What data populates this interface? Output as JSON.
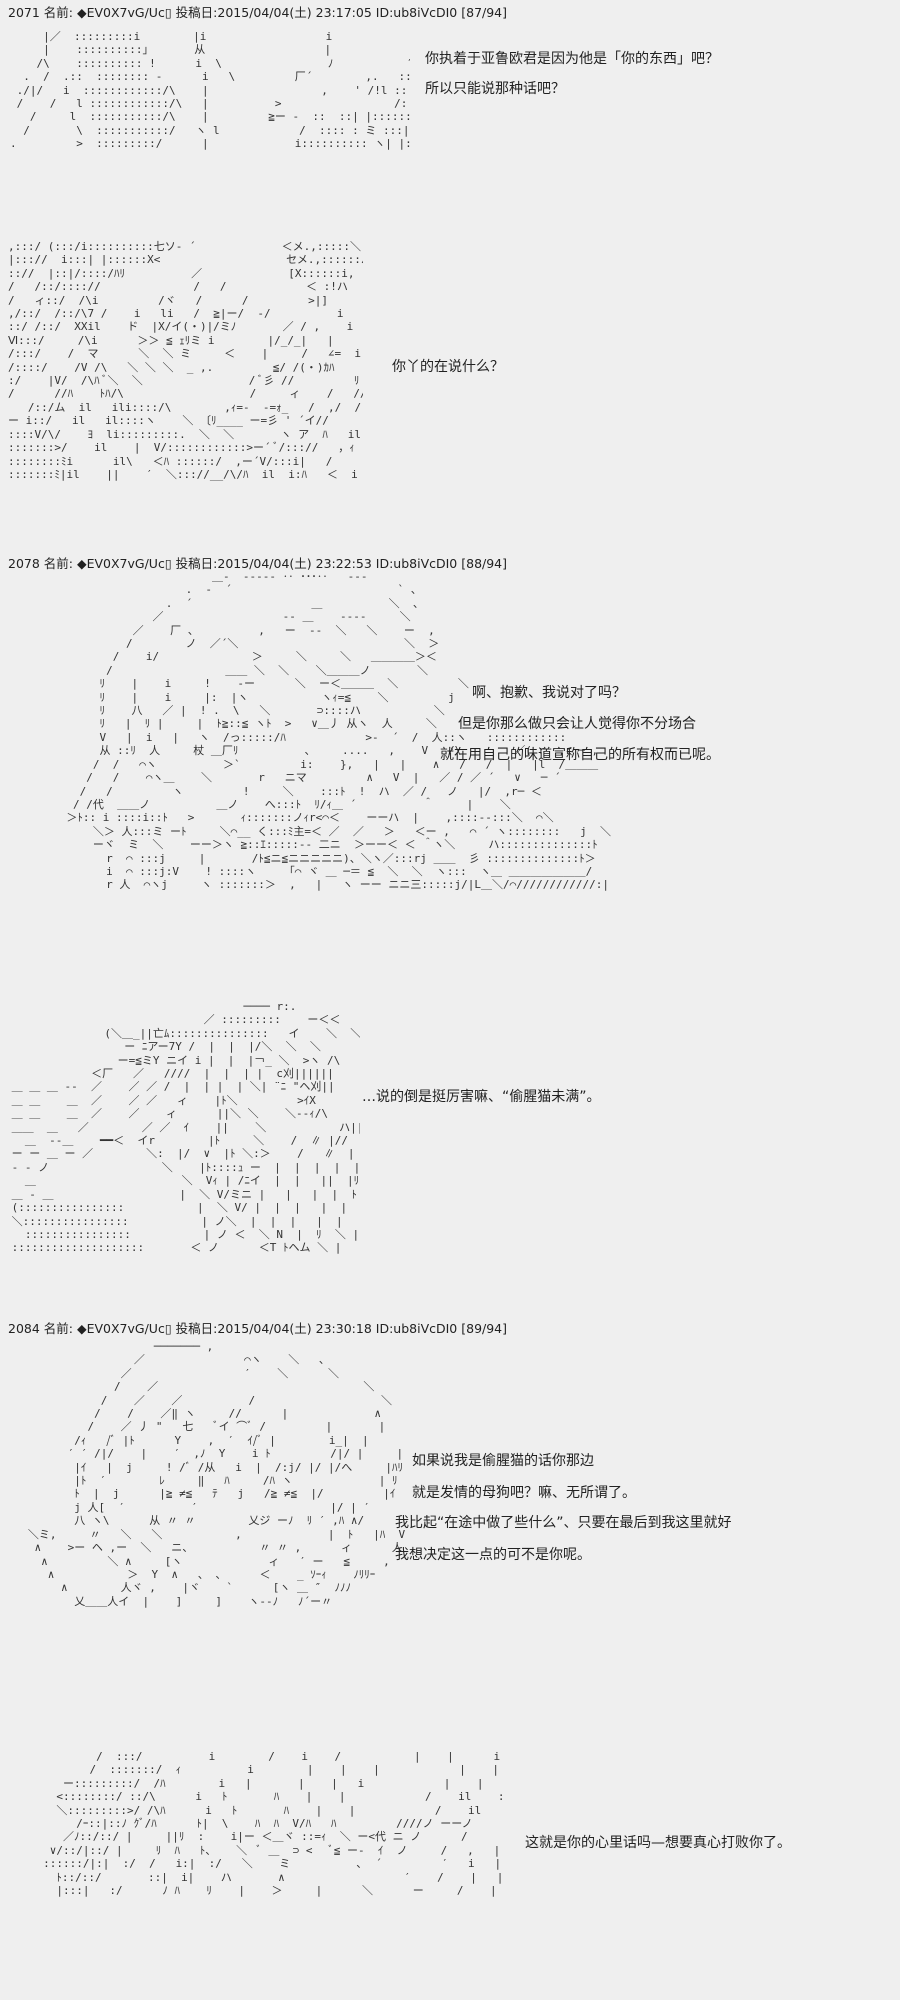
{
  "posts": [
    {
      "header": "2071 名前: ◆EV0X7vG/Uc▯ 投稿日:2015/04/04(土) 23:17:05 ID:ub8iVcDI0 [87/94]"
    },
    {
      "header": "2078 名前: ◆EV0X7vG/Uc▯ 投稿日:2015/04/04(土) 23:22:53 ID:ub8iVcDI0 [88/94]"
    },
    {
      "header": "2084 名前: ◆EV0X7vG/Uc▯ 投稿日:2015/04/04(土) 23:30:18 ID:ub8iVcDI0 [89/94]"
    }
  ],
  "dialogue": {
    "s1": [
      "你执着于亚鲁欧君是因为他是「你的东西」吧？",
      "所以只能说那种话吧？"
    ],
    "s2": [
      "你丫的在说什么？"
    ],
    "s3": [
      "啊、抱歉、我说对了吗？",
      "但是你那么做只会让人觉得你不分场合",
      "就在用自己的味道宣称自己的所有权而已呢。"
    ],
    "s4": [
      "…说的倒是挺厉害嘛、“偷腥猫未满”。"
    ],
    "s5": [
      "如果说我是偷腥猫的话你那边",
      "就是发情的母狗吧？嘛、无所谓了。",
      "我比起“在途中做了些什么”、只要在最后到我这里就好",
      "我想决定这一点的可不是你呢。"
    ],
    "s6": [
      "这就是你的心里话吗—想要真心打败你了。"
    ]
  }
}
